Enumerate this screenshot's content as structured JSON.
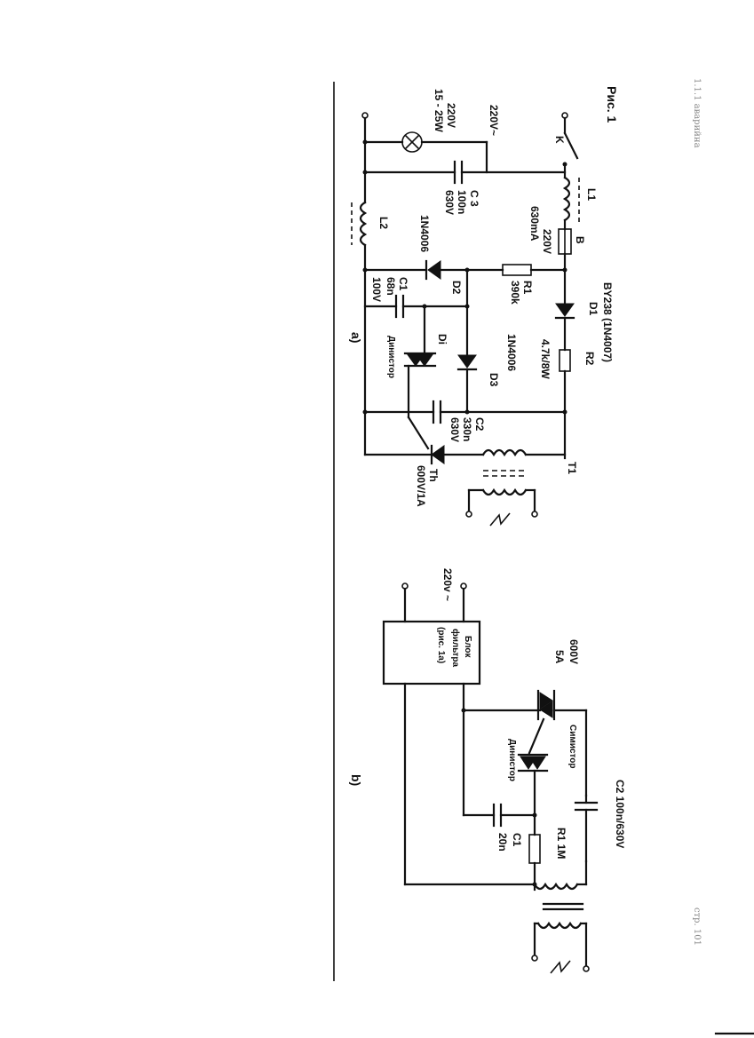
{
  "fig1": {
    "title": "Рис. 1",
    "mains": "220V~",
    "switch": "K",
    "lamp_voltage": "220V",
    "lamp_power": "15 - 25W",
    "c3_name": "C 3",
    "c3_value": "100n",
    "c3_voltage": "630V",
    "l1": "L1",
    "l2": "L2",
    "fuse_name": "B",
    "fuse_voltage": "220V",
    "fuse_current": "630mA",
    "d1_part": "BY238 (1N4007)",
    "d1_name": "D1",
    "r1_name": "R1",
    "r1_value": "390k",
    "r2_name": "R2",
    "r2_value": "4.7k/8W",
    "d2_part": "1N4006",
    "d2_name": "D2",
    "d3_part": "1N4006",
    "d3_name": "D3",
    "c1_name": "C1",
    "c1_value": "68n",
    "c1_voltage": "100V",
    "dinistor_name": "Di",
    "dinistor_label": "Динистор",
    "c2_name": "C2",
    "c2_value": "330n",
    "c2_voltage": "630V",
    "th_name": "Th",
    "th_rating": "600V/1A",
    "t_name": "T1",
    "panel_a": "a)"
  },
  "fig2": {
    "mains": "220v ~",
    "filter_line1": "Блок",
    "filter_line2": "фильтра",
    "filter_line3": "(рис. 1а)",
    "simistor_rating1": "600V",
    "simistor_rating2": "5A",
    "simistor_label": "Симистор",
    "dinistor_label": "Динистор",
    "c1_name": "C1",
    "c1_value": "20n",
    "r1_label": "R1 1M",
    "c2_label": "C2 100n/630V",
    "panel_b": "b)"
  },
  "margin": {
    "top_note": "1.1.1 аварийна",
    "bottom_note": "стр. 101"
  }
}
